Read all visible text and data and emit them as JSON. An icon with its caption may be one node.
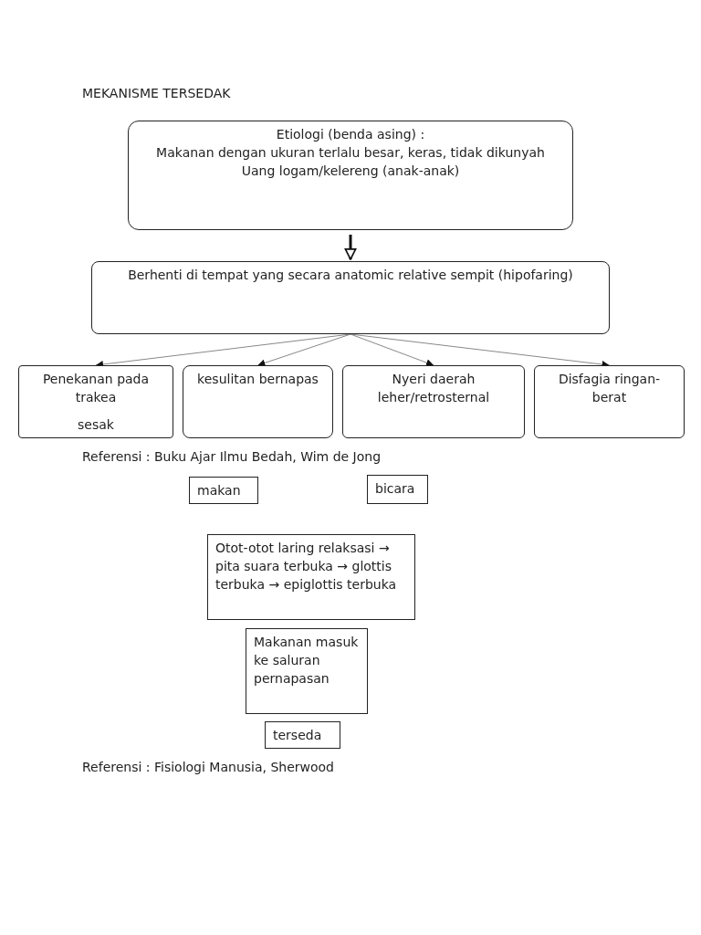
{
  "diagram": {
    "title": "MEKANISME TERSEDAK",
    "nodes": [
      {
        "text": [
          "Etiologi (benda asing) :",
          "Makanan dengan ukuran terlalu besar, keras, tidak dikunyah",
          "Uang logam/kelereng (anak-anak)"
        ]
      },
      {
        "text": [
          "Berhenti di tempat yang secara anatomic relative sempit (hipofaring)"
        ]
      },
      {
        "text": [
          "Penekanan pada trakea",
          "sesak"
        ]
      },
      {
        "text": [
          "kesulitan bernapas"
        ]
      },
      {
        "text": [
          "Nyeri daerah leher/retrosternal"
        ]
      },
      {
        "text": [
          "Disfagia ringan-berat"
        ]
      },
      {
        "text": [
          "makan"
        ]
      },
      {
        "text": [
          "bicara"
        ]
      },
      {
        "text": [
          "Otot-otot laring relaksasi → pita suara terbuka → glottis terbuka → epiglottis terbuka"
        ]
      },
      {
        "text": [
          "Makanan masuk ke saluran pernapasan"
        ]
      },
      {
        "text": [
          "terseda"
        ]
      }
    ],
    "edges": [
      {
        "from": 0,
        "to": 1,
        "arrow": "to",
        "style": "thick",
        "color": "#111111"
      },
      {
        "from": 1,
        "to": 2,
        "arrow": "to"
      },
      {
        "from": 1,
        "to": 3,
        "arrow": "to"
      },
      {
        "from": 1,
        "to": 4,
        "arrow": "to"
      },
      {
        "from": 1,
        "to": 5,
        "arrow": "to"
      }
    ],
    "labels": [
      "Referensi : Buku Ajar Ilmu Bedah, Wim de Jong",
      "Referensi : Fisiologi Manusia, Sherwood"
    ]
  }
}
